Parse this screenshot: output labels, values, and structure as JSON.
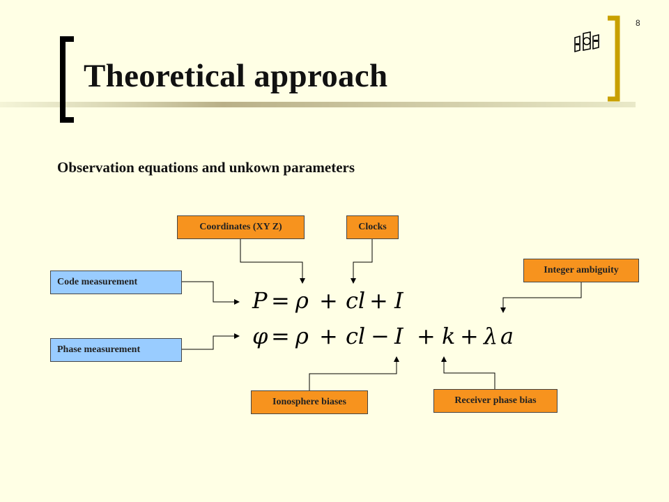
{
  "slide": {
    "number": "8",
    "title": "Theoretical approach",
    "subtitle": "Observation equations and unkown parameters"
  },
  "labels": {
    "coordinates": "Coordinates (XY Z)",
    "clocks": "Clocks",
    "integer_ambiguity": "Integer ambiguity",
    "code_measurement": "Code measurement",
    "phase_measurement": "Phase measurement",
    "ionosphere_biases": "Ionosphere biases",
    "receiver_phase_bias": "Receiver phase bias"
  },
  "equations": {
    "code": {
      "lhs": "P",
      "rho": "ρ",
      "cl": "cl",
      "iono": "I"
    },
    "phase": {
      "lhs": "φ",
      "rho": "ρ",
      "cl": "cl",
      "iono": "I",
      "k": "k",
      "lambda": "λ",
      "a": "a"
    }
  },
  "colors": {
    "background": "#ffffe5",
    "orange_box": "#f7931e",
    "blue_box": "#99ccff",
    "gold_bracket": "#c8a000",
    "black_bracket": "#000000"
  },
  "icons": {
    "logo": "satellite-logo-icon"
  }
}
